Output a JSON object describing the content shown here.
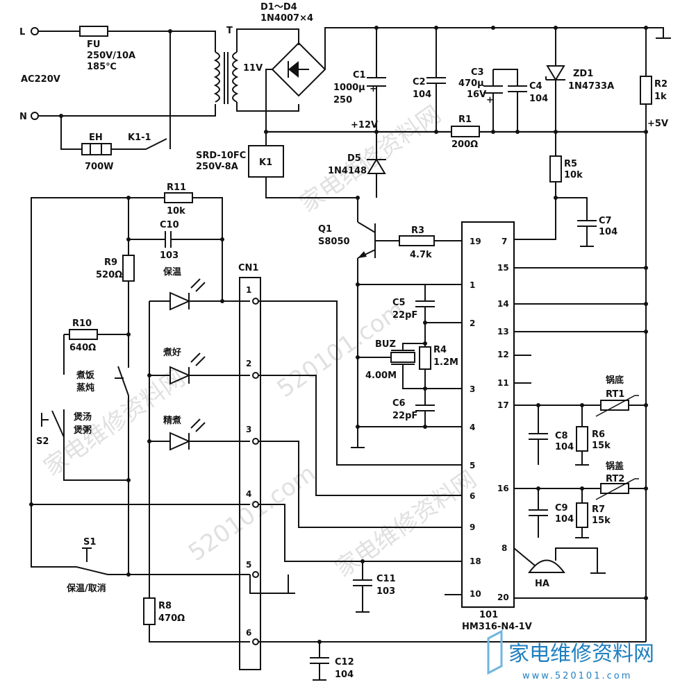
{
  "terminals": {
    "L": "L",
    "N": "N",
    "ac": "AC220V"
  },
  "fuse": {
    "ref": "FU",
    "rating": "250V/10A",
    "temp": "185℃"
  },
  "transformer": {
    "ref": "T",
    "secondary": "11V"
  },
  "bridge": {
    "ref": "D1～D4",
    "part": "1N4007×4"
  },
  "heater": {
    "ref": "EH",
    "power": "700W"
  },
  "relay_contact": "K1-1",
  "relay": {
    "ref": "K1",
    "part": "SRD-10FC",
    "rating": "250V-8A"
  },
  "c1": {
    "ref": "C1",
    "value": "1000μ",
    "voltage": "250"
  },
  "c2": {
    "ref": "C2",
    "value": "104"
  },
  "c3": {
    "ref": "C3",
    "value": "470μ",
    "voltage": "16V"
  },
  "c4": {
    "ref": "C4",
    "value": "104"
  },
  "zd1": {
    "ref": "ZD1",
    "part": "1N4733A"
  },
  "r2": {
    "ref": "R2",
    "value": "1k"
  },
  "v12": "+12V",
  "v5": "+5V",
  "r1": {
    "ref": "R1",
    "value": "200Ω"
  },
  "d5": {
    "ref": "D5",
    "part": "1N4148"
  },
  "r5": {
    "ref": "R5",
    "value": "10k"
  },
  "c7": {
    "ref": "C7",
    "value": "104"
  },
  "q1": {
    "ref": "Q1",
    "part": "S8050"
  },
  "r3": {
    "ref": "R3",
    "value": "4.7k"
  },
  "r11": {
    "ref": "R11",
    "value": "10k"
  },
  "c10": {
    "ref": "C10",
    "value": "103"
  },
  "r9": {
    "ref": "R9",
    "value": "520Ω"
  },
  "r10": {
    "ref": "R10",
    "value": "640Ω"
  },
  "led_labels": [
    "保温",
    "煮好",
    "精煮"
  ],
  "cn1": {
    "ref": "CN1",
    "pins": [
      "1",
      "2",
      "3",
      "4",
      "5",
      "6"
    ]
  },
  "switch_labels": {
    "cook1": "煮饭",
    "cook2": "蒸炖",
    "soup1": "煲汤",
    "soup2": "煲粥",
    "s2": "S2",
    "s1": "S1",
    "s1_label": "保温/取消"
  },
  "c5": {
    "ref": "C5",
    "value": "22pF"
  },
  "buz": {
    "ref": "BUZ",
    "value": "4.00M"
  },
  "r4": {
    "ref": "R4",
    "value": "1.2M"
  },
  "c6": {
    "ref": "C6",
    "value": "22pF"
  },
  "ic": {
    "ref": "101",
    "part": "HM316-N4-1V",
    "left_pins": [
      "19",
      "1",
      "2",
      "3",
      "4",
      "5",
      "6",
      "9",
      "18",
      "10"
    ],
    "right_pins": [
      "7",
      "15",
      "14",
      "13",
      "12",
      "11",
      "17",
      "16",
      "8",
      "20"
    ]
  },
  "rt1": {
    "ref": "RT1",
    "label": "锅底"
  },
  "rt2": {
    "ref": "RT2",
    "label": "锅盖"
  },
  "c8": {
    "ref": "C8",
    "value": "104"
  },
  "r6": {
    "ref": "R6",
    "value": "15k"
  },
  "c9": {
    "ref": "C9",
    "value": "104"
  },
  "r7": {
    "ref": "R7",
    "value": "15k"
  },
  "ha": {
    "ref": "HA"
  },
  "c11": {
    "ref": "C11",
    "value": "103"
  },
  "r8": {
    "ref": "R8",
    "value": "470Ω"
  },
  "c12": {
    "ref": "C12",
    "value": "104"
  },
  "watermark": {
    "text": "家电维修资料网",
    "url": "520101.com",
    "footer": "家电维修资料网",
    "footer_url": "www.520101.com"
  }
}
